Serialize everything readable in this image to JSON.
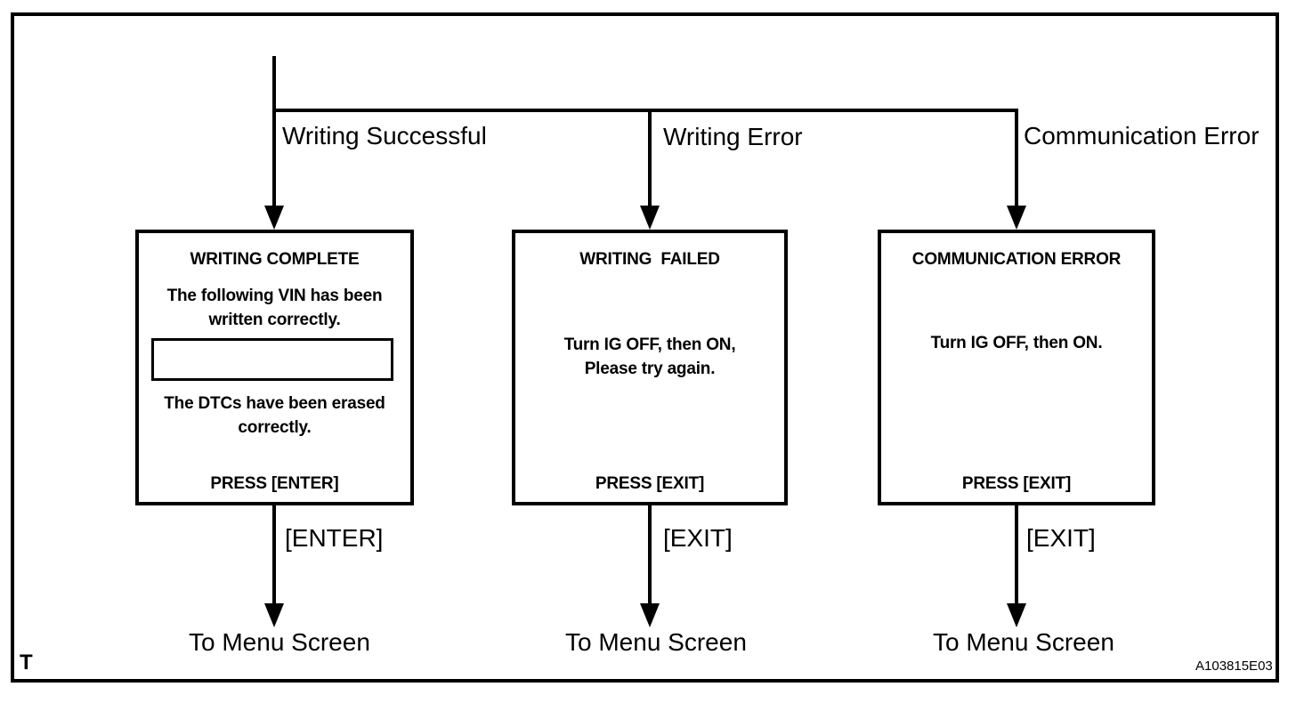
{
  "colors": {
    "ink": "#000000",
    "background": "#ffffff"
  },
  "corner_mark": "T",
  "figure_code": "A103815E03",
  "branches": [
    {
      "label": "Writing Successful",
      "box": {
        "title": "WRITING COMPLETE",
        "body_top": "The following VIN has been\nwritten correctly.",
        "vin_field_value": "",
        "body_bottom": "The DTCs have been erased\ncorrectly.",
        "press": "PRESS [ENTER]"
      },
      "key_label": "[ENTER]",
      "destination": "To Menu Screen"
    },
    {
      "label": "Writing Error",
      "box": {
        "title": "WRITING  FAILED",
        "body": "Turn IG OFF, then ON,\nPlease try again.",
        "press": "PRESS [EXIT]"
      },
      "key_label": "[EXIT]",
      "destination": "To Menu Screen"
    },
    {
      "label": "Communication Error",
      "box": {
        "title": "COMMUNICATION ERROR",
        "body": "Turn IG OFF, then ON.",
        "press": "PRESS [EXIT]"
      },
      "key_label": "[EXIT]",
      "destination": "To Menu Screen"
    }
  ]
}
